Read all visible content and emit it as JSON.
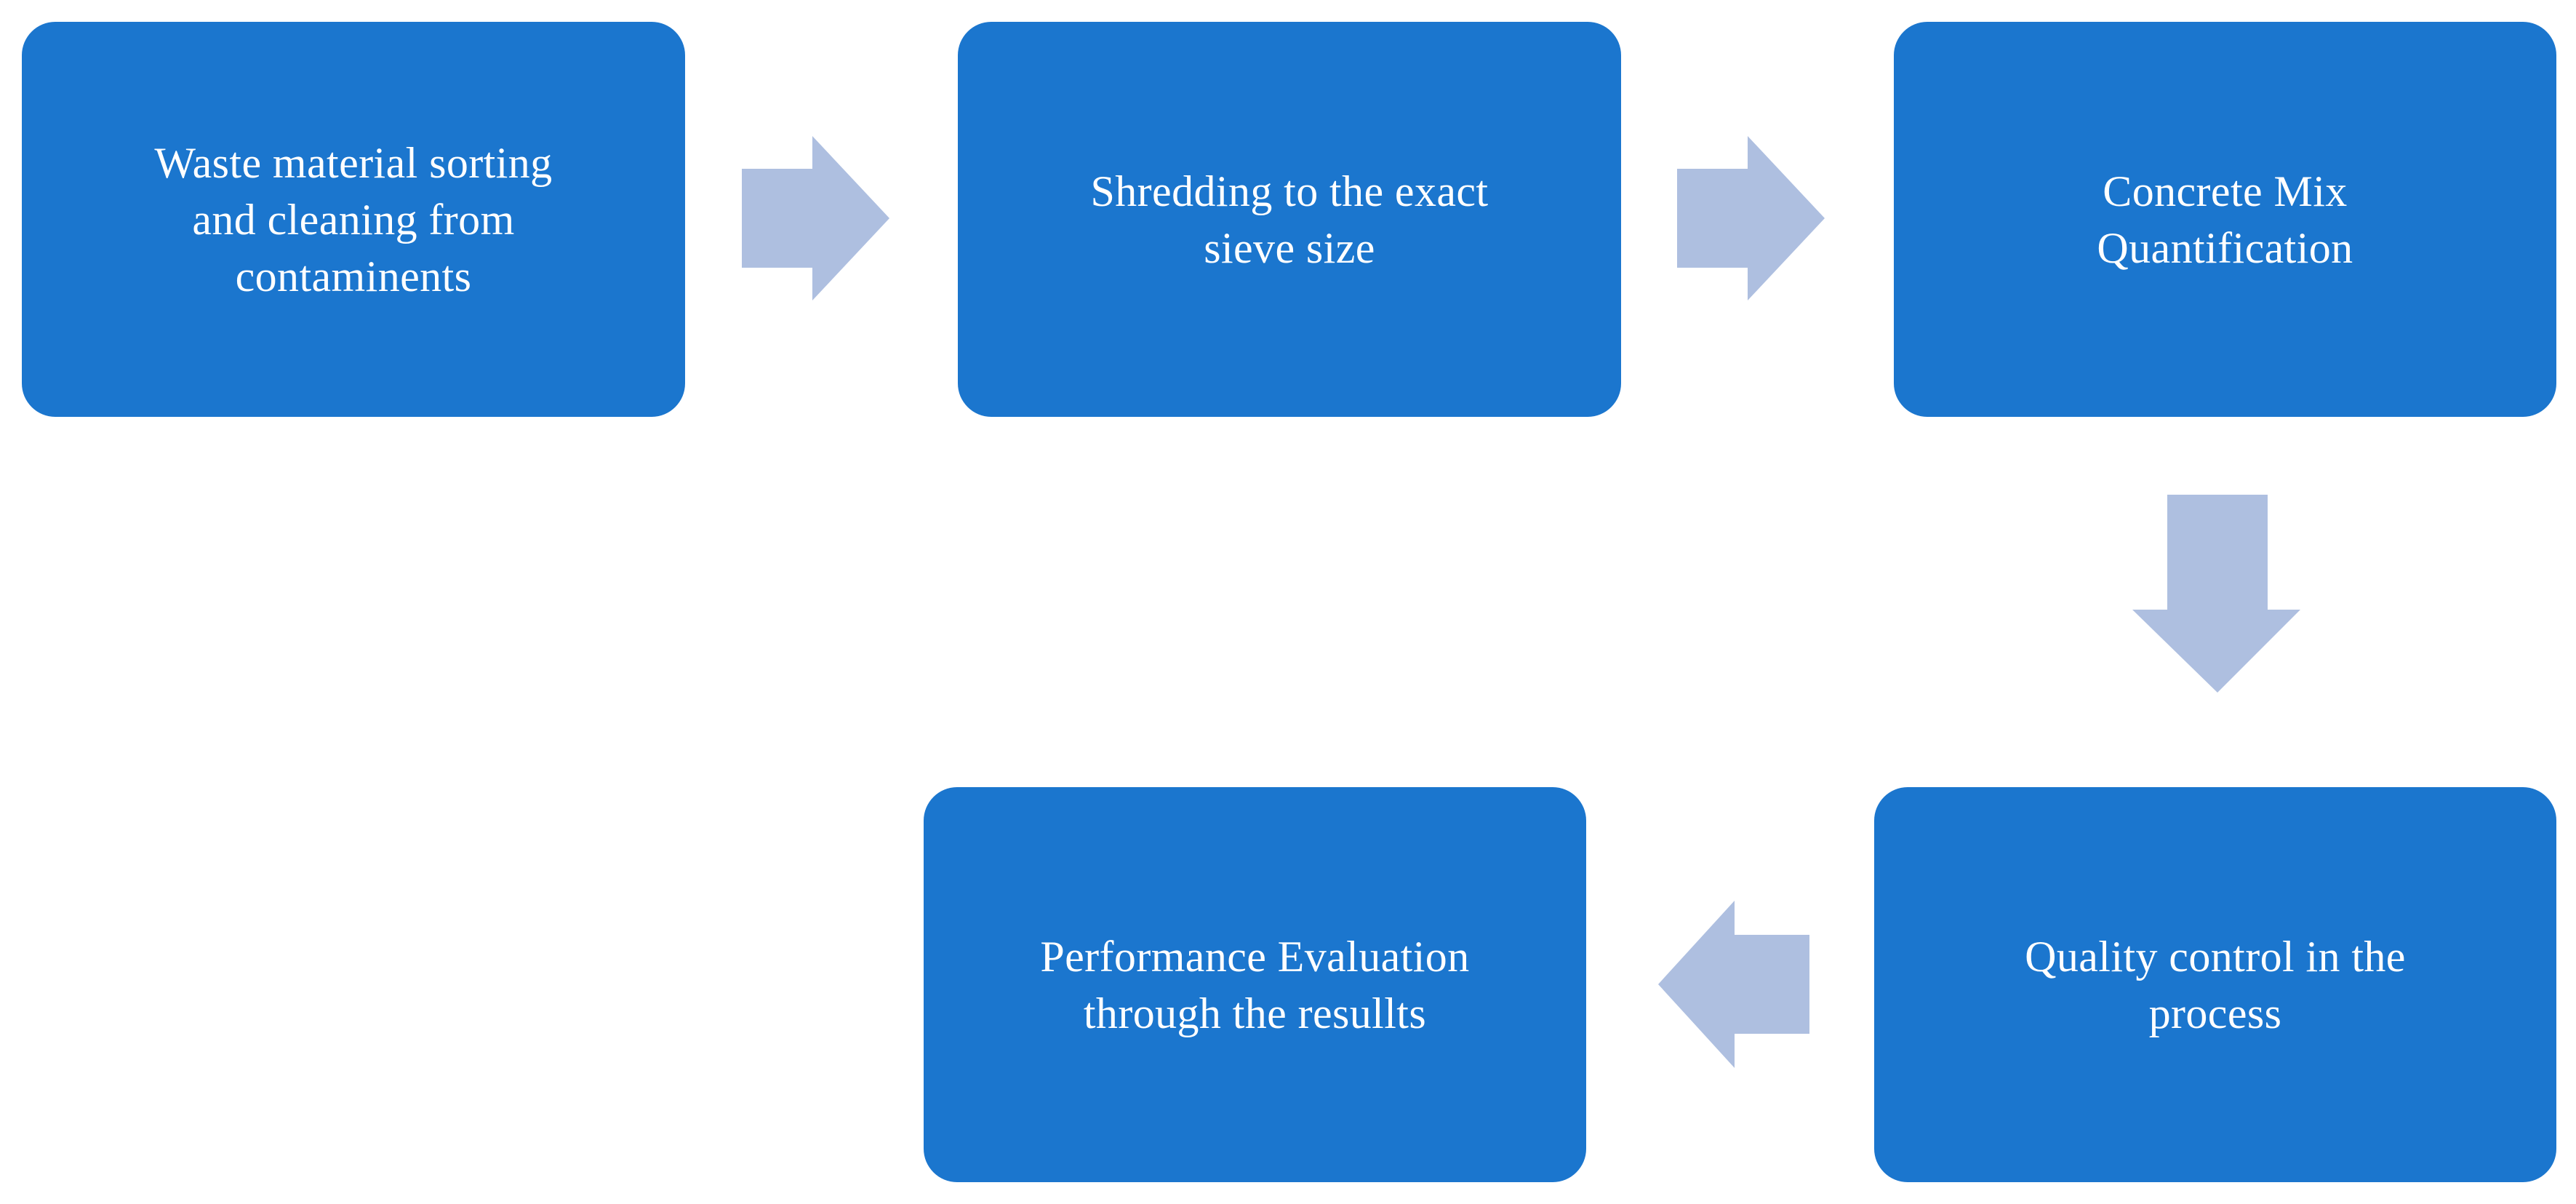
{
  "diagram": {
    "type": "process-flow",
    "orientation": "snake-left-to-right-then-right-to-left",
    "colors": {
      "node_fill": "#1B76CE",
      "node_text": "#FFFFFF",
      "arrow_fill": "#AEBFE0",
      "background": "#FFFFFF"
    },
    "nodes": [
      {
        "id": "sorting",
        "order": 1,
        "label": "Waste material sorting and cleaning from contaminents",
        "lines": "Waste material sorting\nand cleaning from\ncontaminents"
      },
      {
        "id": "shredding",
        "order": 2,
        "label": "Shredding to the exact sieve size",
        "lines": "Shredding to the exact\nsieve size"
      },
      {
        "id": "mix",
        "order": 3,
        "label": "Concrete Mix Quantification",
        "lines": "Concrete Mix\nQuantification"
      },
      {
        "id": "quality",
        "order": 4,
        "label": "Quality control in the process",
        "lines": "Quality control in the\nprocess"
      },
      {
        "id": "performance",
        "order": 5,
        "label": "Performance Evaluation through the resullts",
        "lines": "Performance Evaluation\nthrough the resullts"
      }
    ],
    "arrows": [
      {
        "id": "arrow-1",
        "from": "sorting",
        "to": "shredding",
        "direction": "right",
        "icon": "arrow-right-icon"
      },
      {
        "id": "arrow-2",
        "from": "shredding",
        "to": "mix",
        "direction": "right",
        "icon": "arrow-right-icon"
      },
      {
        "id": "arrow-3",
        "from": "mix",
        "to": "quality",
        "direction": "down",
        "icon": "arrow-down-icon"
      },
      {
        "id": "arrow-4",
        "from": "quality",
        "to": "performance",
        "direction": "left",
        "icon": "arrow-left-icon"
      }
    ]
  }
}
